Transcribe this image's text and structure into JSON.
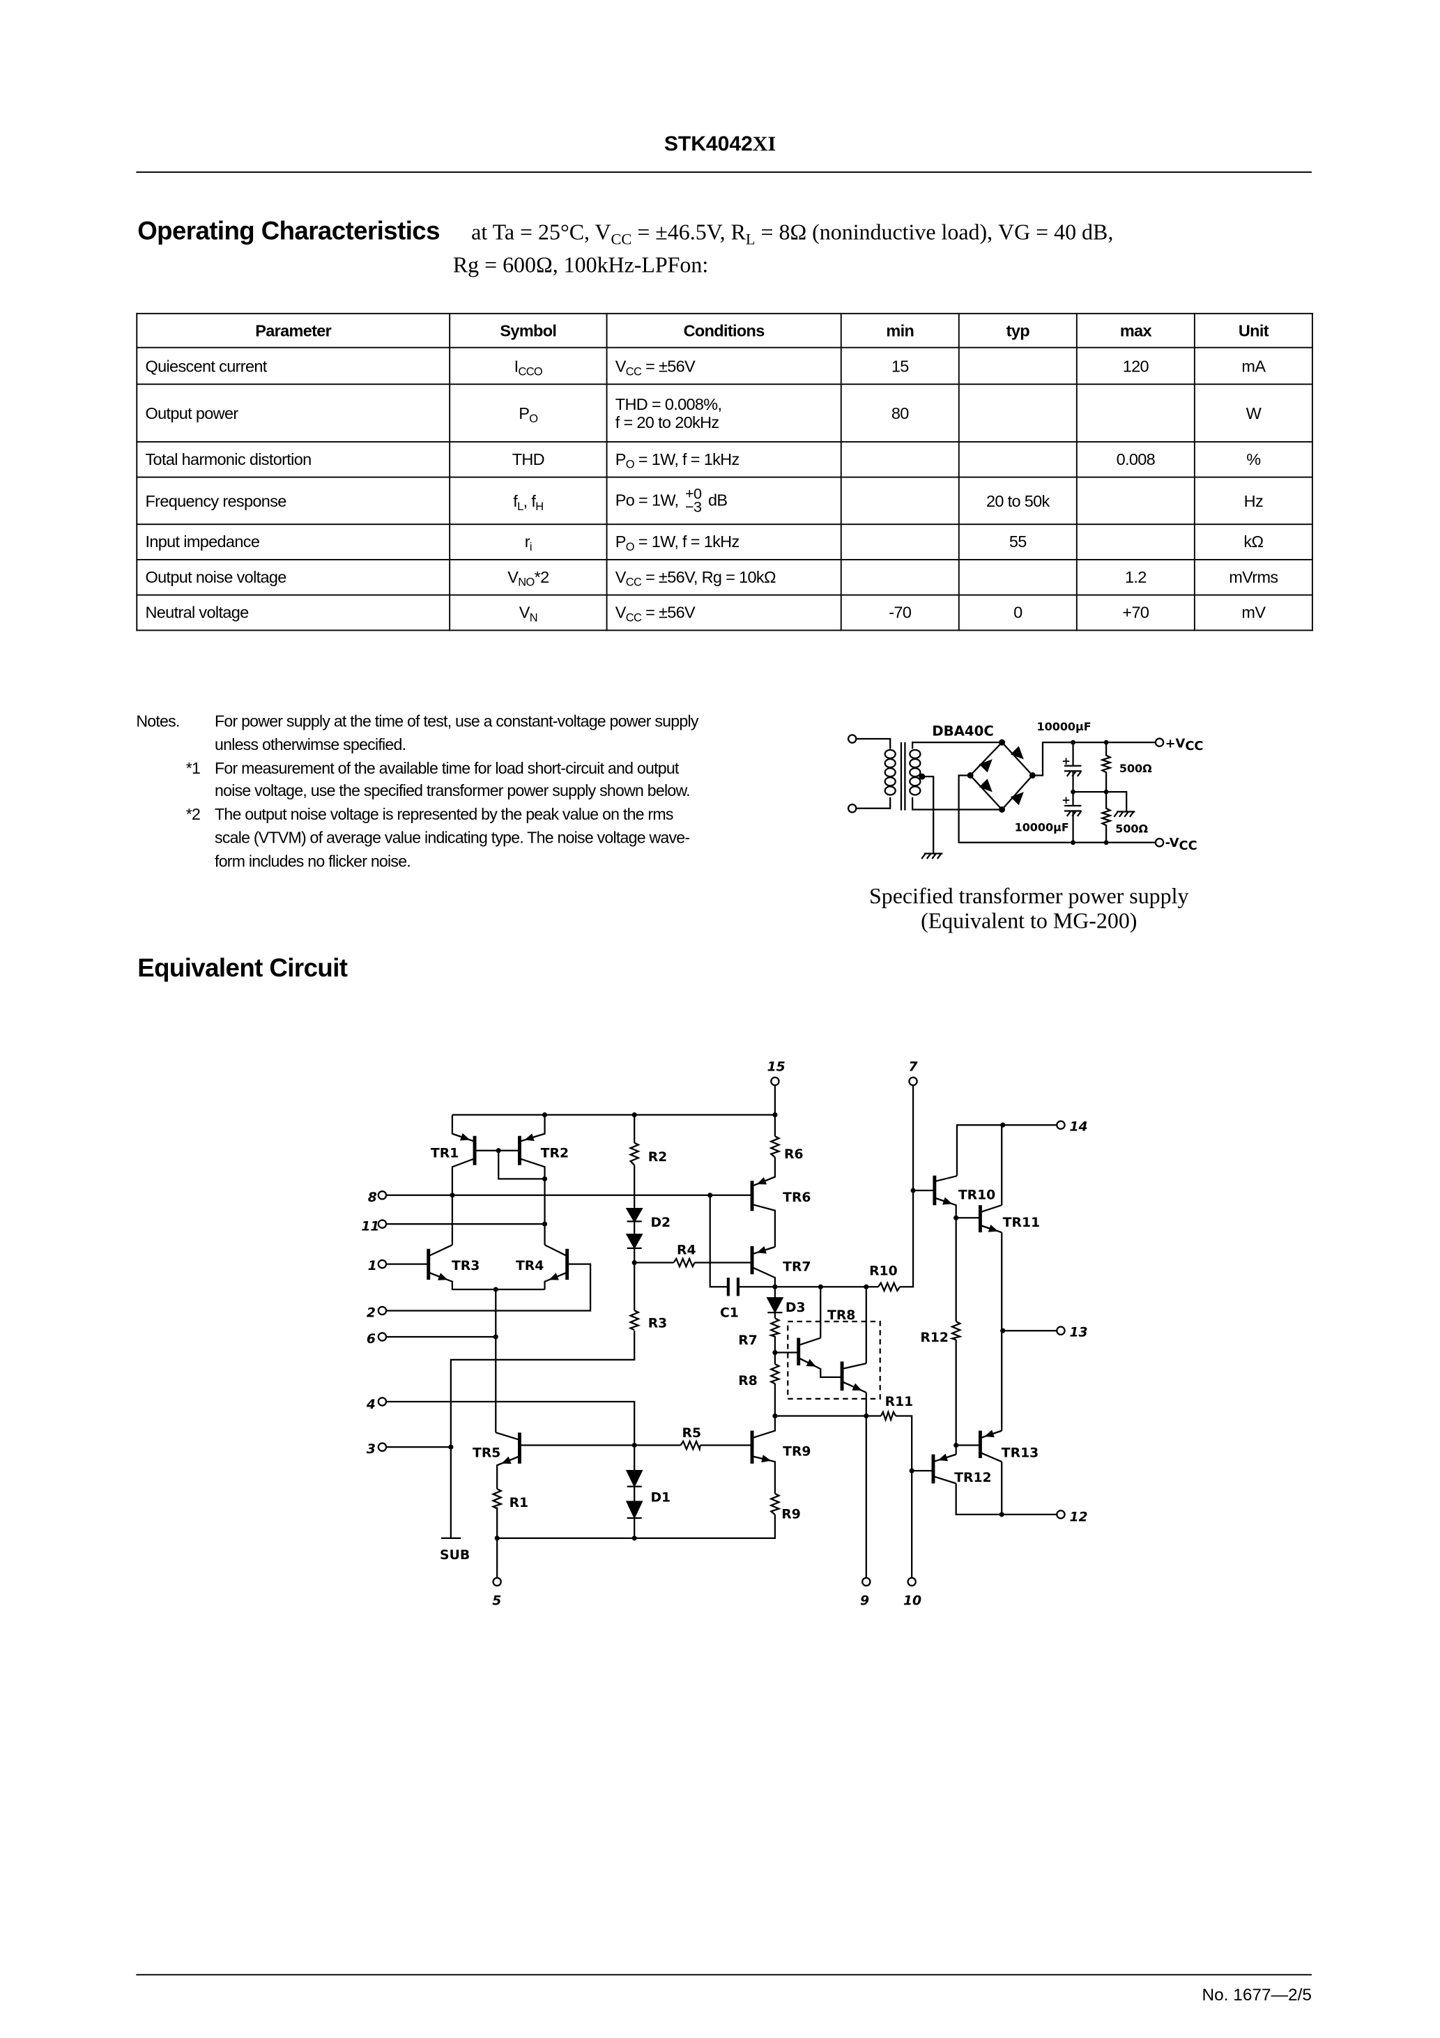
{
  "header": {
    "part_main": "STK4042",
    "part_suffix": "XI"
  },
  "operating": {
    "title": "Operating Characteristics",
    "cond_line1": {
      "a": "at Ta = 25°C, V",
      "a_sub": "CC",
      "b": " = ±46.5V, R",
      "b_sub": "L",
      "c": " = 8Ω (noninductive load), VG = 40 dB,"
    },
    "cond_line2": "Rg = 600Ω, 100kHz-LPFon:"
  },
  "table": {
    "headers": [
      "Parameter",
      "Symbol",
      "Conditions",
      "min",
      "typ",
      "max",
      "Unit"
    ],
    "rows": [
      {
        "parameter": "Quiescent current",
        "sym": "I",
        "sym_sub": "CCO",
        "cond": "V",
        "cond_sub": "CC",
        "cond_rest": " = ±56V",
        "min": "15",
        "typ": "",
        "max": "120",
        "unit": "mA"
      },
      {
        "parameter": "Output power",
        "sym": "P",
        "sym_sub": "O",
        "cond_l1": "THD = 0.008%,",
        "cond_l2": "f = 20 to 20kHz",
        "min": "80",
        "typ": "",
        "max": "",
        "unit": "W"
      },
      {
        "parameter": "Total harmonic distortion",
        "sym": "THD",
        "cond": "P",
        "cond_sub": "O",
        "cond_rest": " = 1W, f = 1kHz",
        "min": "",
        "typ": "",
        "max": "0.008",
        "unit": "%"
      },
      {
        "parameter": "Frequency response",
        "sym": "f",
        "sym_sub": "L",
        "sym2": ", f",
        "sym2_sub": "H",
        "cond": "Po = 1W, ",
        "cond_sup": "+0",
        "cond_inf": "−3",
        "cond_rest": " dB",
        "min": "",
        "typ": "20 to 50k",
        "max": "",
        "unit": "Hz"
      },
      {
        "parameter": "Input impedance",
        "sym": "r",
        "sym_sub": "i",
        "cond": "P",
        "cond_sub": "O",
        "cond_rest": " = 1W, f = 1kHz",
        "min": "",
        "typ": "55",
        "max": "",
        "unit": "kΩ"
      },
      {
        "parameter": "Output noise voltage",
        "sym": "V",
        "sym_sub": "NO",
        "sym_suffix": "*2",
        "cond": "V",
        "cond_sub": "CC",
        "cond_rest": " = ±56V, Rg = 10kΩ",
        "min": "",
        "typ": "",
        "max": "1.2",
        "unit": "mVrms"
      },
      {
        "parameter": "Neutral voltage",
        "sym": "V",
        "sym_sub": "N",
        "cond": "V",
        "cond_sub": "CC",
        "cond_rest": " = ±56V",
        "min": "-70",
        "typ": "0",
        "max": "+70",
        "unit": "mV"
      }
    ]
  },
  "notes": {
    "label": "Notes.",
    "items": [
      {
        "mark": "",
        "l1": "For power supply at the time of test, use a constant-voltage power supply",
        "l2": "unless otherwimse specified."
      },
      {
        "mark": "*1",
        "l1": "For measurement of the available time for load short-circuit and output",
        "l2": "noise voltage, use the specified transformer power supply shown below."
      },
      {
        "mark": "*2",
        "l1": "The output noise voltage is represented by the peak value on the rms",
        "l2": "scale (VTVM) of average value indicating type. The noise voltage wave-",
        "l3": "form includes no flicker noise."
      }
    ]
  },
  "power_supply": {
    "bridge": "DBA40C",
    "cap_top": "10000µF",
    "cap_bottom": "10000µF",
    "res_top": "500Ω",
    "res_bottom": "500Ω",
    "plus": "+",
    "vcc_pos": "+V",
    "vcc_neg": "-V",
    "vcc_sub": "CC",
    "caption_l1": "Specified transformer power supply",
    "caption_l2": "(Equivalent to MG-200)"
  },
  "circuit": {
    "title": "Equivalent Circuit",
    "labels": {
      "TR1": "TR1",
      "TR2": "TR2",
      "TR3": "TR3",
      "TR4": "TR4",
      "TR5": "TR5",
      "TR6": "TR6",
      "TR7": "TR7",
      "TR8": "TR8",
      "TR9": "TR9",
      "TR10": "TR10",
      "TR11": "TR11",
      "TR12": "TR12",
      "TR13": "TR13",
      "R1": "R1",
      "R2": "R2",
      "R3": "R3",
      "R4": "R4",
      "R5": "R5",
      "R6": "R6",
      "R7": "R7",
      "R8": "R8",
      "R9": "R9",
      "R10": "R10",
      "R11": "R11",
      "R12": "R12",
      "D1": "D1",
      "D2": "D2",
      "D3": "D3",
      "C1": "C1",
      "SUB": "SUB"
    },
    "pins": {
      "p1": "1",
      "p2": "2",
      "p3": "3",
      "p4": "4",
      "p5": "5",
      "p6": "6",
      "p7": "7",
      "p8": "8",
      "p9": "9",
      "p10": "10",
      "p11": "11",
      "p12": "12",
      "p13": "13",
      "p14": "14",
      "p15": "15"
    }
  },
  "footer": {
    "page": "No. 1677—2/5"
  }
}
